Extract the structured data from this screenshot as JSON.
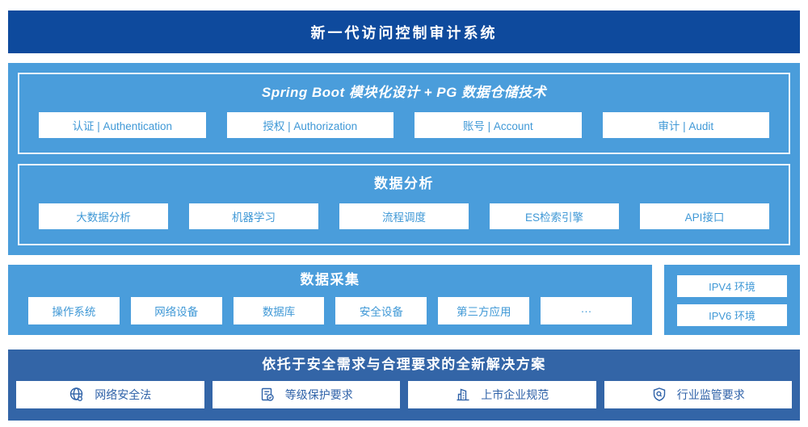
{
  "banner": {
    "title": "新一代访问控制审计系统"
  },
  "platform": {
    "modules_panel": {
      "title": "Spring Boot 模块化设计 + PG 数据仓储技术",
      "items": [
        "认证 | Authentication",
        "授权 | Authorization",
        "账号 | Account",
        "审计 | Audit"
      ]
    },
    "analysis_panel": {
      "title": "数据分析",
      "items": [
        "大数据分析",
        "机器学习",
        "流程调度",
        "ES检索引擎",
        "API接口"
      ]
    }
  },
  "collection": {
    "title": "数据采集",
    "items": [
      "操作系统",
      "网络设备",
      "数据库",
      "安全设备",
      "第三方应用",
      "···"
    ]
  },
  "environments": {
    "items": [
      "IPV4 环境",
      "IPV6 环境"
    ]
  },
  "solution": {
    "title": "依托于安全需求与合理要求的全新解决方案",
    "items": [
      {
        "icon": "globe-icon",
        "label": "网络安全法"
      },
      {
        "icon": "document-check-icon",
        "label": "等级保护要求"
      },
      {
        "icon": "building-icon",
        "label": "上市企业规范"
      },
      {
        "icon": "shield-search-icon",
        "label": "行业监管要求"
      }
    ]
  },
  "colors": {
    "banner_bg": "#0E4A9D",
    "platform_bg": "#4A9DDB",
    "box_text": "#3F98D6",
    "solution_bg": "#3365A7",
    "solution_text": "#2F62A8"
  }
}
